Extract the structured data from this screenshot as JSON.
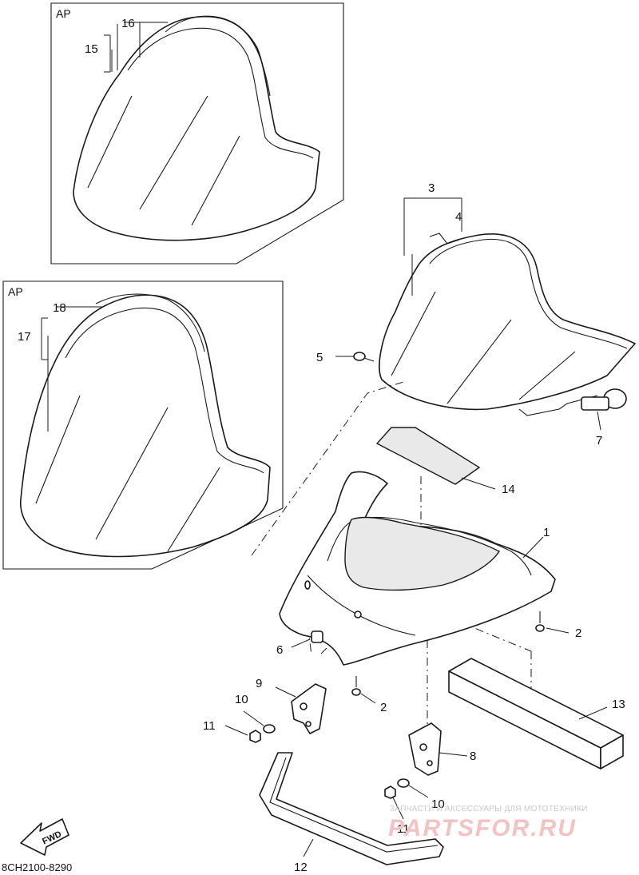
{
  "diagram": {
    "alt_boxes": [
      {
        "label": "AP",
        "callouts": [
          "16",
          "15"
        ]
      },
      {
        "label": "AP",
        "callouts": [
          "18",
          "17"
        ]
      }
    ],
    "callouts": {
      "c1": "1",
      "c2a": "2",
      "c2b": "2",
      "c3": "3",
      "c4": "4",
      "c5": "5",
      "c6": "6",
      "c7": "7",
      "c8": "8",
      "c9": "9",
      "c10a": "10",
      "c10b": "10",
      "c11a": "11",
      "c11b": "11",
      "c12": "12",
      "c13": "13",
      "c14": "14"
    },
    "fwd_label": "FWD",
    "diagram_code": "8CH2100-8290",
    "watermark": {
      "tagline": "ЗАПЧАСТИ И АКСЕССУАРЫ ДЛЯ МОТОТЕХНИКИ",
      "brand": "PARTSFOR.RU"
    }
  }
}
